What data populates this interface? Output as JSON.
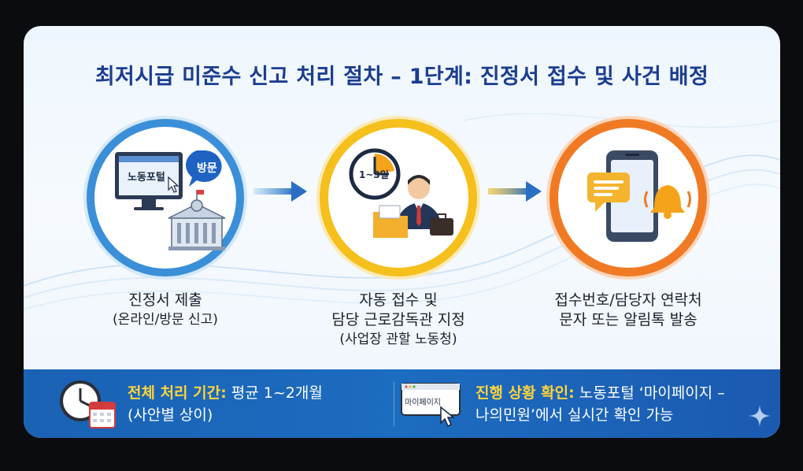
{
  "title": "최저시급 미준수 신고 처리 절차 – 1단계: 진정서 접수 및 사건 배정",
  "steps": [
    {
      "icon_labels": {
        "screen": "노동포털",
        "bubble": "방문"
      },
      "caption_line1": "진정서 제출",
      "caption_line2": "(온라인/방문 신고)"
    },
    {
      "icon_labels": {
        "clock": "1~3일"
      },
      "caption_line1": "자동 접수 및",
      "caption_line2": "담당 근로감독관 지정",
      "caption_line3": "(사업장 관할 노동청)"
    },
    {
      "caption_line1": "접수번호/담당자 연락처",
      "caption_line2": "문자 또는 알림톡 발송"
    }
  ],
  "bottom": {
    "left": {
      "highlight": "전체 처리 기간:",
      "text1": " 평균 1~2개월",
      "text2": "(사안별 상이)"
    },
    "right": {
      "icon_label": "마이페이지",
      "highlight": "진행 상황 확인:",
      "text1": " 노동포털 ‘마이페이지 –",
      "text2": "나의민원’에서 실시간 확인 가능"
    }
  },
  "colors": {
    "title": "#1b3d8f",
    "ring_step1": "#3a8fd8",
    "ring_step2": "#f5bf1c",
    "ring_step3": "#f07a24",
    "bottom_bar": "#1c6cc0",
    "highlight": "#ffd43b"
  }
}
